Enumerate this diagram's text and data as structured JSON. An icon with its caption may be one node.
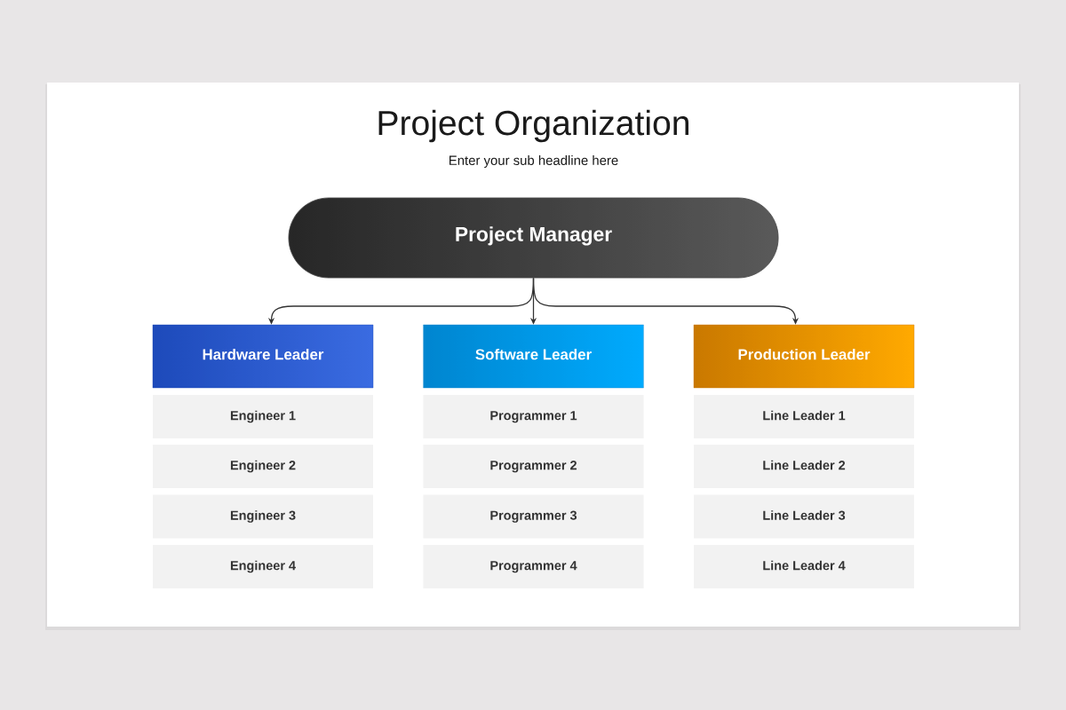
{
  "diagram": {
    "title": "Project Organization",
    "nodes": [
      {
        "text": [
          "Project Manager"
        ]
      },
      {
        "text": [
          "Hardware Leader"
        ]
      },
      {
        "text": [
          "Software Leader"
        ]
      },
      {
        "text": [
          "Production Leader"
        ]
      },
      {
        "text": [
          "Engineer 1"
        ]
      },
      {
        "text": [
          "Engineer 2"
        ]
      },
      {
        "text": [
          "Engineer 3"
        ]
      },
      {
        "text": [
          "Engineer 4"
        ]
      },
      {
        "text": [
          "Programmer 1"
        ]
      },
      {
        "text": [
          "Programmer 2"
        ]
      },
      {
        "text": [
          "Programmer 3"
        ]
      },
      {
        "text": [
          "Programmer 4"
        ]
      },
      {
        "text": [
          "Line Leader 1"
        ]
      },
      {
        "text": [
          "Line Leader 2"
        ]
      },
      {
        "text": [
          "Line Leader 3"
        ]
      },
      {
        "text": [
          "Line Leader 4"
        ]
      }
    ],
    "edges": [
      {
        "from": 0,
        "to": 1,
        "arrow": "to"
      },
      {
        "from": 0,
        "to": 2,
        "arrow": "to"
      },
      {
        "from": 0,
        "to": 3,
        "arrow": "to"
      }
    ],
    "labels": [
      "Enter your sub headline here"
    ]
  }
}
